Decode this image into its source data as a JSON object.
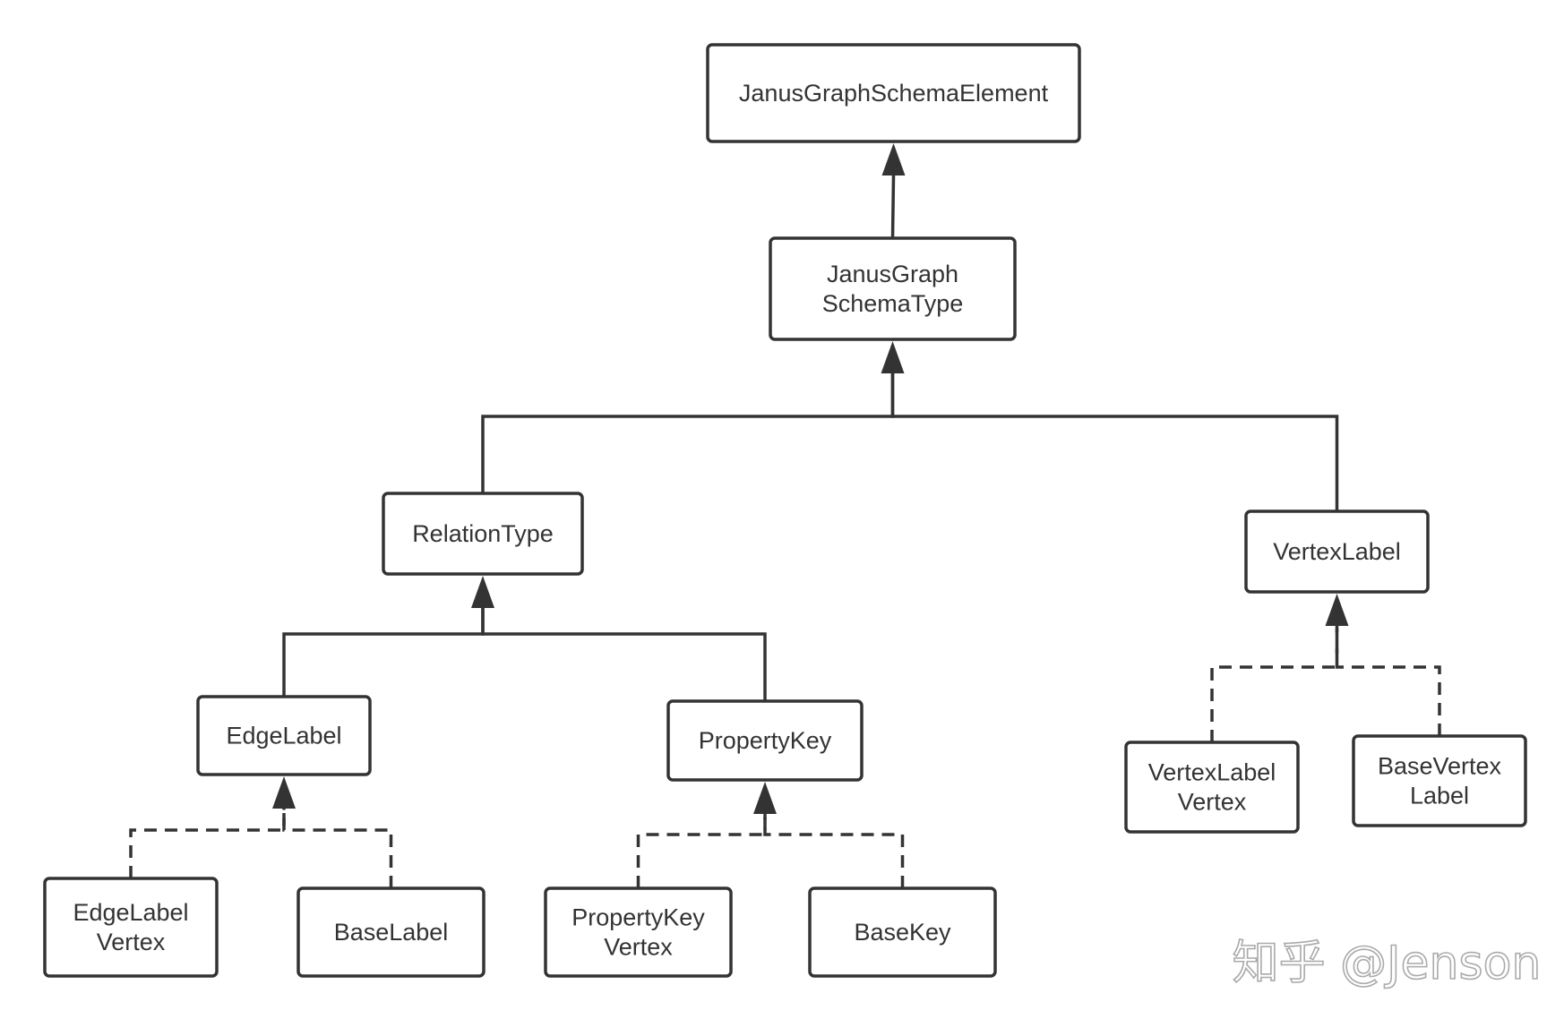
{
  "nodes": [
    {
      "id": "janus_schema_element",
      "lines": [
        "JanusGraphSchemaElement"
      ]
    },
    {
      "id": "janus_schema_type",
      "lines": [
        "JanusGraph",
        "SchemaType"
      ]
    },
    {
      "id": "relation_type",
      "lines": [
        "RelationType"
      ]
    },
    {
      "id": "vertex_label",
      "lines": [
        "VertexLabel"
      ]
    },
    {
      "id": "edge_label",
      "lines": [
        "EdgeLabel"
      ]
    },
    {
      "id": "property_key",
      "lines": [
        "PropertyKey"
      ]
    },
    {
      "id": "vertex_label_vertex",
      "lines": [
        "VertexLabel",
        "Vertex"
      ]
    },
    {
      "id": "base_vertex_label",
      "lines": [
        "BaseVertex",
        "Label"
      ]
    },
    {
      "id": "edge_label_vertex",
      "lines": [
        "EdgeLabel",
        "Vertex"
      ]
    },
    {
      "id": "base_label",
      "lines": [
        "BaseLabel"
      ]
    },
    {
      "id": "property_key_vertex",
      "lines": [
        "PropertyKey",
        "Vertex"
      ]
    },
    {
      "id": "base_key",
      "lines": [
        "BaseKey"
      ]
    }
  ],
  "edges": [
    {
      "from": "janus_schema_type",
      "to": "janus_schema_element",
      "style": "solid"
    },
    {
      "from": "relation_type",
      "to": "janus_schema_type",
      "style": "solid"
    },
    {
      "from": "vertex_label",
      "to": "janus_schema_type",
      "style": "solid"
    },
    {
      "from": "edge_label",
      "to": "relation_type",
      "style": "solid"
    },
    {
      "from": "property_key",
      "to": "relation_type",
      "style": "solid"
    },
    {
      "from": "edge_label_vertex",
      "to": "edge_label",
      "style": "dashed"
    },
    {
      "from": "base_label",
      "to": "edge_label",
      "style": "dashed"
    },
    {
      "from": "property_key_vertex",
      "to": "property_key",
      "style": "dashed"
    },
    {
      "from": "base_key",
      "to": "property_key",
      "style": "dashed"
    },
    {
      "from": "vertex_label_vertex",
      "to": "vertex_label",
      "style": "dashed"
    },
    {
      "from": "base_vertex_label",
      "to": "vertex_label",
      "style": "dashed"
    }
  ],
  "watermark": "知乎 @Jenson"
}
